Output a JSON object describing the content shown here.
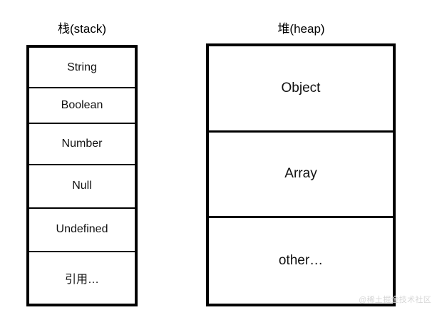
{
  "diagram": {
    "stack": {
      "title": "栈(stack)",
      "cells": [
        {
          "label": "String"
        },
        {
          "label": "Boolean"
        },
        {
          "label": "Number"
        },
        {
          "label": "Null"
        },
        {
          "label": "Undefined"
        },
        {
          "label": "引用…"
        }
      ]
    },
    "heap": {
      "title": "堆(heap)",
      "cells": [
        {
          "label": "Object"
        },
        {
          "label": "Array"
        },
        {
          "label": "other…"
        }
      ]
    }
  },
  "watermark": "@稀土掘金技术社区",
  "colors": {
    "background": "#ffffff",
    "stroke": "#000000",
    "text": "#111111",
    "watermark": "#d6d6d6"
  }
}
